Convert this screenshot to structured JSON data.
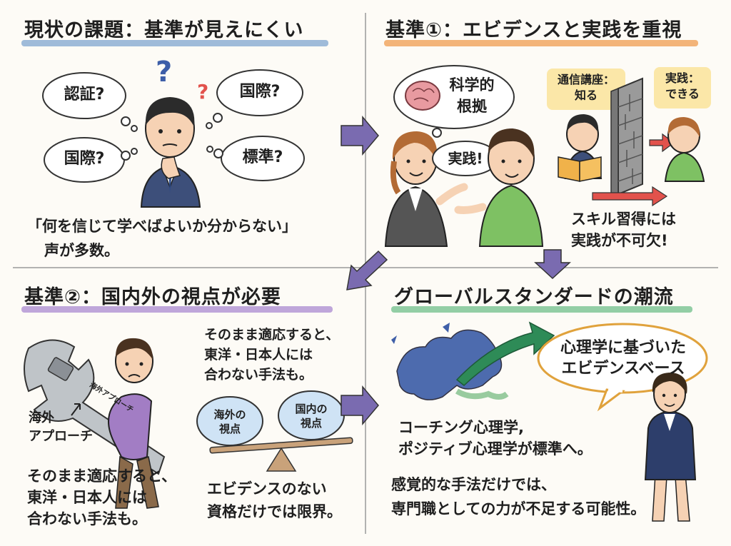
{
  "panels": {
    "p1": {
      "title": "現状の課題：基準が見えにくい",
      "clouds": [
        "認証?",
        "国際?",
        "国際?",
        "標準?"
      ],
      "qmarks": [
        "?",
        "?"
      ],
      "quote": "「何を信じて学べばよいか分からない」",
      "quote2": "声が多数。"
    },
    "p2": {
      "title": "基準①：エビデンスと実践を重視",
      "brain_label": [
        "科学的",
        "根拠"
      ],
      "speech": "実践!",
      "note1": [
        "通信講座：",
        "知る"
      ],
      "note2": [
        "実践：",
        "できる"
      ],
      "caption1": "スキル習得には",
      "caption2": "実践が不可欠!"
    },
    "p3": {
      "title": "基準②：国内外の視点が必要",
      "wrench_text": "海外アプローチ",
      "wrench_label1": "海外",
      "wrench_label2": "アプローチ",
      "top_text": [
        "そのまま適応すると、",
        "東洋・日本人には",
        "合わない手法も。"
      ],
      "bubble_left": [
        "海外の",
        "視点"
      ],
      "bubble_right": [
        "国内の",
        "視点"
      ],
      "bottom_left": [
        "そのまま適応すると、",
        "東洋・日本人には",
        "合わない手法も。"
      ],
      "bottom_right": [
        "エビデンスのない",
        "資格だけでは限界。"
      ]
    },
    "p4": {
      "title": "グローバルスタンダードの潮流",
      "bubble": [
        "心理学に基づいた",
        "エビデンスベース"
      ],
      "text1": [
        "コーチング心理学,",
        "ポジティブ心理学が標準へ。"
      ],
      "text2": [
        "感覚的な手法だけでは、",
        "専門職としての力が不足する可能性。"
      ]
    }
  },
  "colors": {
    "underline_blue": "#7fa6cf",
    "underline_orange": "#f0a35a",
    "underline_purple": "#a98ad0",
    "underline_green": "#6fbf8a",
    "arrow_purple": "#7a6bb0",
    "suit": "#3d4f7a",
    "green_shirt": "#7ec163"
  }
}
